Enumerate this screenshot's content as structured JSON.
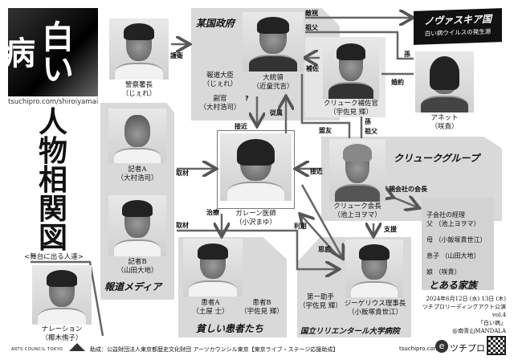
{
  "title": {
    "logo": "白い病",
    "url": "tsuchipro.com/shiroiyamai",
    "heading": [
      "人",
      "物",
      "相",
      "関",
      "図"
    ],
    "subheading": "<舞台に出る人達>"
  },
  "groups": {
    "government": "某国政府",
    "media": "報道メディア",
    "kluk_group": "クリュークグループ",
    "family": "とある家族",
    "patients": "貧しい患者たち",
    "hospital": "国立リリエンタール大学病院"
  },
  "novaskia": {
    "name": "ノヴァスキア国",
    "sub": "白い病ウイルスの発生源"
  },
  "characters": {
    "police": {
      "role": "警察署長",
      "actor": "（じぇれ）"
    },
    "president": {
      "role": "大統領",
      "actor": "（近童弐吉）"
    },
    "minister": {
      "role": "報道大臣",
      "actor": "（じぇれ）"
    },
    "deputy": {
      "role": "副官",
      "actor": "（大村浩司）"
    },
    "aide": {
      "role": "クリューク補佐官",
      "actor": "（宇佐見 輝）"
    },
    "annette": {
      "role": "アネット",
      "actor": "（咲貴）"
    },
    "reporter_a": {
      "role": "記者A",
      "actor": "（大村浩司）"
    },
    "reporter_b": {
      "role": "記者B",
      "actor": "（山田大地）"
    },
    "doctor": {
      "role": "ガレーン医師",
      "actor": "（小沢まゆ）"
    },
    "chairman": {
      "role": "クリューク会長",
      "actor": "（池上ヨヲマ）"
    },
    "patient_a": {
      "role": "患者A",
      "actor": "（土屋 士）"
    },
    "patient_b": {
      "role": "患者B",
      "actor": "（宇佐見 輝）"
    },
    "assistant": {
      "role": "第一助手",
      "actor": "（宇佐見 輝）"
    },
    "director": {
      "role": "ジーゲリウス理事長",
      "actor": "（小飯塚貴世江）"
    },
    "narration": {
      "role": "ナレーション",
      "actor": "（椰木侑子）"
    }
  },
  "family": [
    "子会社の経理",
    "父 （池上ヨヲマ）",
    "母 （小飯塚貴世江）",
    "息子 （山田大地）",
    "娘 （咲貴）"
  ],
  "relations": {
    "escort": "護衛",
    "hostile": "敵視",
    "grandfather1": "祖父",
    "grandchild1": "孫",
    "assist": "補佐",
    "engaged": "婚約",
    "question": "?",
    "approach1": "接近",
    "subordinate": "従属",
    "ally": "盟友",
    "grandchild2": "孫",
    "grandfather2": "祖父",
    "interview1": "取材",
    "approach2": "接近",
    "parent_chair": "親会社の会長",
    "treat": "治療",
    "interview2": "取材",
    "use": "利用",
    "support": "支援",
    "grudge": "思惑"
  },
  "event": {
    "date": "2024年6月12日 (水) 13日 (木)",
    "series": "ツチプロリーディングアクト公演vol.4",
    "play": "「白い病」",
    "venue": "@南青山MANDALA"
  },
  "footer": {
    "council": "ARTS COUNCIL TOKYO",
    "grant": "助成：公益財団法人東京都歴史文化財団 アーツカウンシル東京【東京ライブ・ステージ応援助成】",
    "site": "tsuchipro.com",
    "brand": "ツチプロ"
  }
}
